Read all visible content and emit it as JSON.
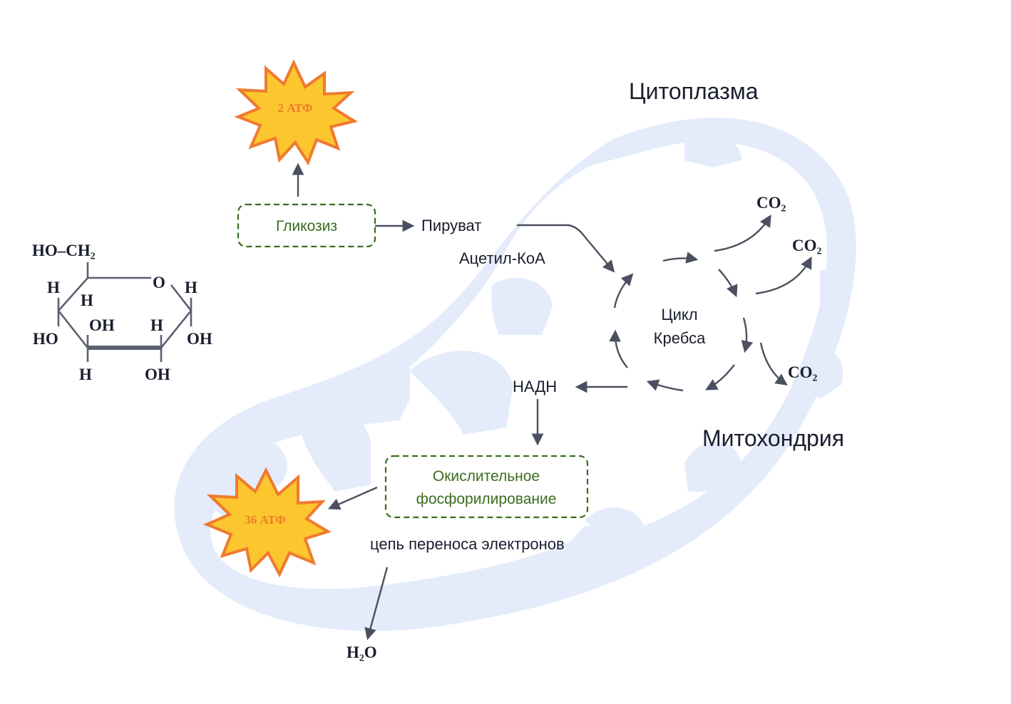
{
  "labels": {
    "cytoplasm": "Цитоплазма",
    "mitochondria": "Митохондрия",
    "glycolysis": "Гликозиз",
    "pyruvate": "Пируват",
    "acetyl_coa": "Ацетил-КоА",
    "krebs_line1": "Цикл",
    "krebs_line2": "Кребса",
    "nadh": "НАДН",
    "oxphos_line1": "Окислительное",
    "oxphos_line2": "фосфорилирование",
    "etc": "цепь переноса электронов",
    "h2o": "H₂O",
    "co2_1": "CO₂",
    "co2_2": "CO₂",
    "co2_3": "CO₂",
    "atp_small": "2 АТФ",
    "atp_large": "36 АТФ"
  },
  "glucose": {
    "ho_ch2": "HO–CH₂",
    "o": "O",
    "h_c5": "H",
    "h_c4_left": "H",
    "h_c1": "H",
    "ho_c4": "HO",
    "oh_c3": "OH",
    "h_c2": "H",
    "oh_c1": "OH",
    "h_c3": "H",
    "oh_c2": "OH"
  },
  "colors": {
    "mitochondria_fill": "#e4ebfb",
    "box_border": "#3a6d1f",
    "atp_fill": "#fcc62f",
    "atp_stroke": "#f07a2e",
    "arrow": "#4b5060"
  }
}
